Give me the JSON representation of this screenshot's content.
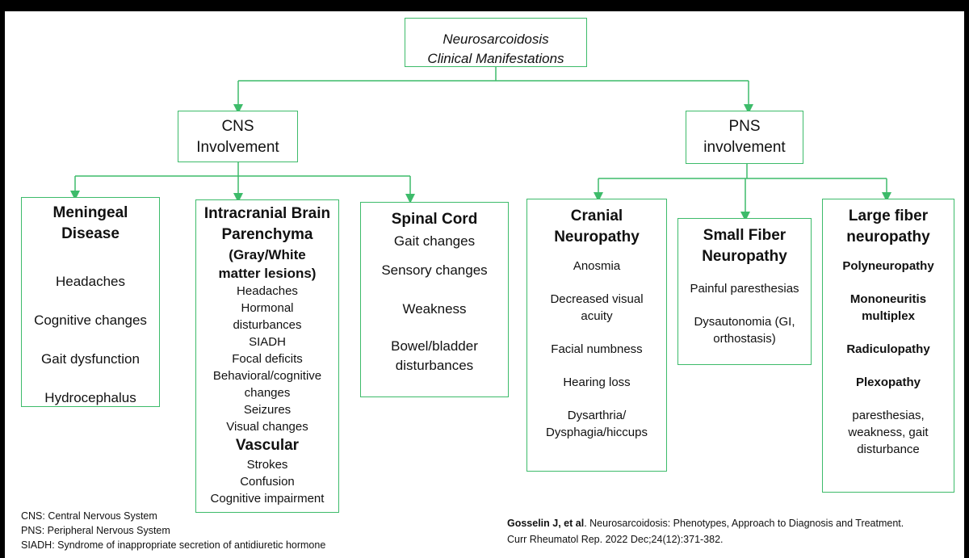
{
  "title": {
    "line1": "Neurosarcoidosis",
    "line2": "Clinical Manifestations"
  },
  "cns": {
    "label_line1": "CNS",
    "label_line2": "Involvement",
    "meningeal": {
      "title_line1": "Meningeal",
      "title_line2": "Disease",
      "items": [
        "Headaches",
        "Cognitive changes",
        "Gait dysfunction",
        "Hydrocephalus"
      ]
    },
    "parenchyma": {
      "title_line1": "Intracranial Brain",
      "title_line2": "Parenchyma",
      "subtitle_line1": "(Gray/White",
      "subtitle_line2": "matter lesions)",
      "items": [
        "Headaches",
        "Hormonal",
        "disturbances",
        "SIADH",
        "Focal deficits",
        "Behavioral/cognitive",
        "changes",
        "Seizures",
        "Visual changes"
      ],
      "vascular_title": "Vascular",
      "vascular_items": [
        "Strokes",
        "Confusion",
        "Cognitive impairment"
      ]
    },
    "spinal": {
      "title": "Spinal Cord",
      "items": [
        "Gait changes",
        "Sensory changes",
        "Weakness"
      ],
      "bowel_line1": "Bowel/bladder",
      "bowel_line2": "disturbances"
    }
  },
  "pns": {
    "label_line1": "PNS",
    "label_line2": "involvement",
    "cranial": {
      "title_line1": "Cranial",
      "title_line2": "Neuropathy",
      "items": [
        "Anosmia",
        "Decreased visual",
        "acuity",
        "Facial numbness",
        "Hearing loss",
        "Dysarthria/",
        "Dysphagia/hiccups"
      ]
    },
    "small_fiber": {
      "title_line1": "Small Fiber",
      "title_line2": "Neuropathy",
      "items": [
        "Painful paresthesias",
        "Dysautonomia (GI,",
        "orthostasis)"
      ]
    },
    "large_fiber": {
      "title_line1": "Large fiber",
      "title_line2": "neuropathy",
      "bold_items": [
        "Polyneuropathy",
        "Mononeuritis",
        "multiplex",
        "Radiculopathy",
        "Plexopathy"
      ],
      "items": [
        "paresthesias,",
        "weakness, gait",
        "disturbance"
      ]
    }
  },
  "footnotes": [
    "CNS: Central Nervous System",
    "PNS: Peripheral Nervous System",
    "SIADH: Syndrome of inappropriate secretion of antidiuretic hormone"
  ],
  "reference": {
    "authors": "Gosselin J, et al",
    "title_part": ". Neurosarcoidosis: Phenotypes, Approach to Diagnosis and Treatment.",
    "line2": "Curr Rheumatol Rep. 2022 Dec;24(12):371-382."
  },
  "colors": {
    "accent": "#3dbb6a",
    "text": "#111111",
    "frame": "#000000"
  }
}
